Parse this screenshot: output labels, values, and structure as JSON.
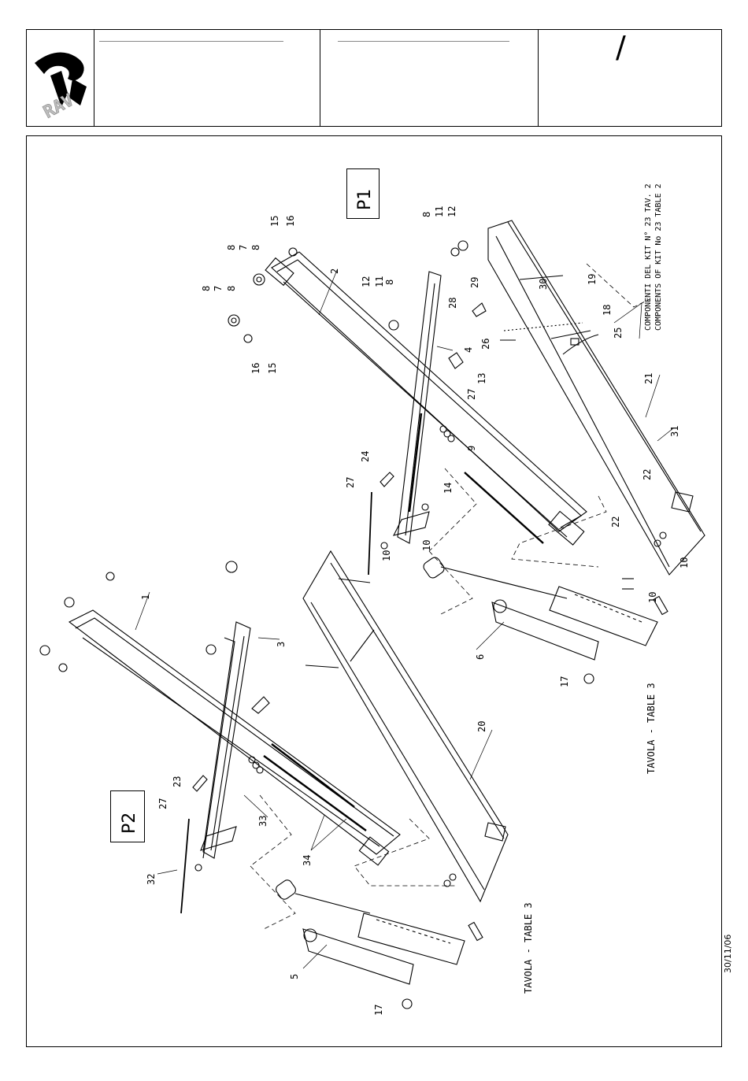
{
  "header": {
    "logo_text": "RAV",
    "revision_mark": "/"
  },
  "drawing": {
    "p1_label": "P1",
    "p2_label": "P2",
    "kit_line_1": "COMPONENTI DEL KIT N° 23 TAV. 2",
    "kit_line_2": "COMPONENTS OF KIT No 23 TABLE 2",
    "table_ref_1": "TAVOLA - TABLE 3",
    "table_ref_2": "TAVOLA - TABLE 3",
    "callouts": [
      "1",
      "2",
      "3",
      "4",
      "5",
      "6",
      "7",
      "7",
      "8",
      "8",
      "8",
      "8",
      "8",
      "8",
      "9",
      "10",
      "10",
      "10",
      "10",
      "11",
      "11",
      "12",
      "12",
      "13",
      "14",
      "15",
      "15",
      "16",
      "16",
      "17",
      "17",
      "18",
      "19",
      "20",
      "21",
      "22",
      "22",
      "23",
      "24",
      "25",
      "26",
      "27",
      "27",
      "27",
      "28",
      "29",
      "30",
      "31",
      "32",
      "33",
      "34"
    ]
  },
  "footer": {
    "date": "30/11/06"
  }
}
